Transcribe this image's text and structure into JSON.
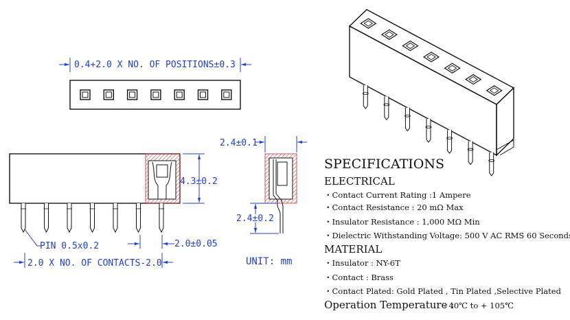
{
  "dimensions": {
    "top_length": "0.4+2.0 X NO. OF POSITIONS±0.3",
    "height": "4.3±0.2",
    "pin_size": "PIN 0.5x0.2",
    "pitch": "2.0±0.05",
    "bottom_length": "2.0 X NO. OF CONTACTS-2.0",
    "width": "2.4±0.1",
    "pin_length": "2.4±0.2",
    "unit": "UNIT: mm"
  },
  "specs": {
    "title": "SPECIFICATIONS",
    "electrical_heading": "ELECTRICAL",
    "electrical": [
      "・Contact Current Rating :1 Ampere",
      "・Contact Resistance : 20 mΩ Max",
      "・Insulator Resistance : 1,000 MΩ Min",
      "・Dielectric Withstanding Voltage: 500 V AC RMS 60 Seconds"
    ],
    "material_heading": "MATERIAL",
    "material": [
      "・Insulator : NY-6T",
      "・Contact : Brass",
      "・Contact Plated: Gold Plated , Tin Plated ,Selective Plated"
    ],
    "operation_label": "Operation Temperature :",
    "operation_value": "- 40℃ to + 105℃"
  },
  "colors": {
    "dimension": "#1f3fd1",
    "hatch": "#d12a2a",
    "outline": "#111111"
  },
  "positions": 7
}
